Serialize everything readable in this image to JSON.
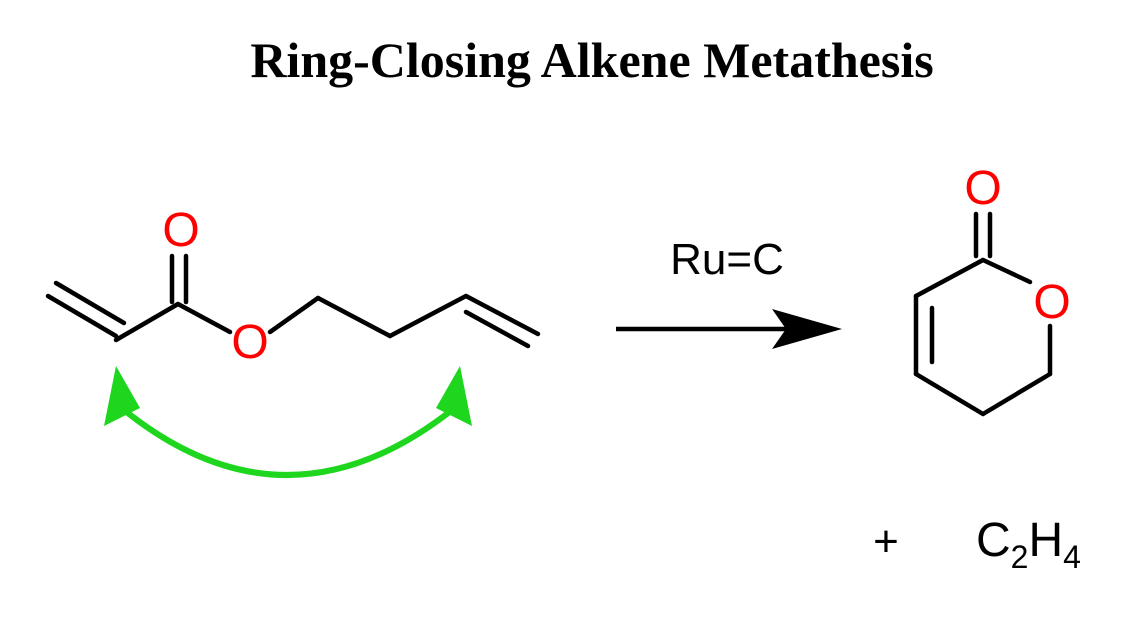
{
  "title": "Ring-Closing Alkene Metathesis",
  "reagent": "Ru=C",
  "atoms": {
    "oxygen": "O"
  },
  "byproduct": {
    "plus": "+",
    "formula_c": "C",
    "formula_c_sub": "2",
    "formula_h": "H",
    "formula_h_sub": "4"
  },
  "colors": {
    "bond": "#000000",
    "oxygen": "#ff0000",
    "arrow_green": "#1ed61e",
    "text": "#000000"
  }
}
